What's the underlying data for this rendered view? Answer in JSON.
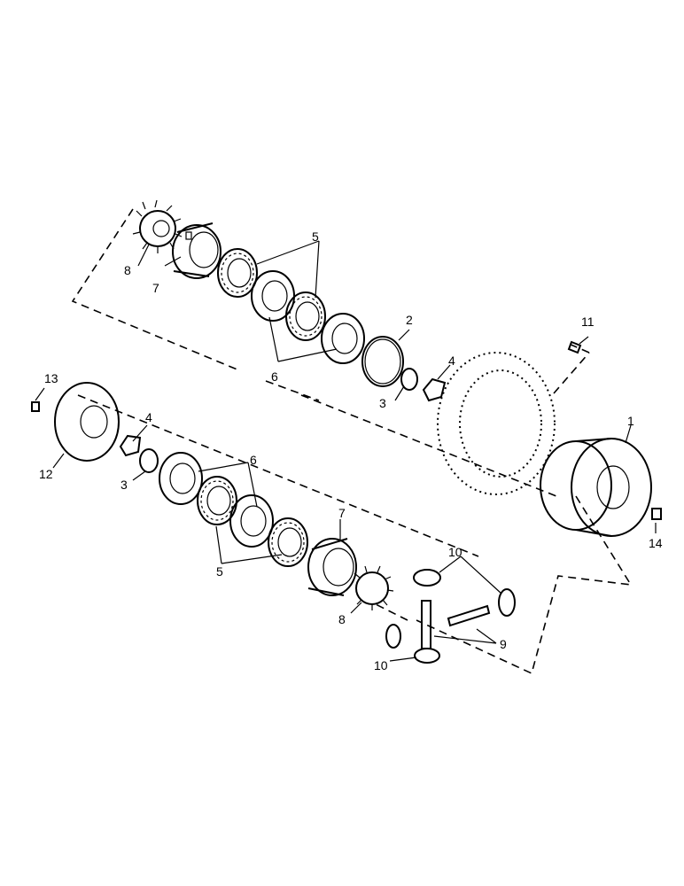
{
  "diagram": {
    "type": "exploded-parts-view",
    "callouts": [
      {
        "id": "c1",
        "text": "1"
      },
      {
        "id": "c2",
        "text": "2"
      },
      {
        "id": "c3a",
        "text": "3"
      },
      {
        "id": "c3b",
        "text": "3"
      },
      {
        "id": "c4a",
        "text": "4"
      },
      {
        "id": "c4b",
        "text": "4"
      },
      {
        "id": "c5a",
        "text": "5"
      },
      {
        "id": "c5b",
        "text": "5"
      },
      {
        "id": "c6a",
        "text": "6"
      },
      {
        "id": "c6b",
        "text": "6"
      },
      {
        "id": "c7a",
        "text": "7"
      },
      {
        "id": "c7b",
        "text": "7"
      },
      {
        "id": "c8a",
        "text": "8"
      },
      {
        "id": "c8b",
        "text": "8"
      },
      {
        "id": "c9",
        "text": "9"
      },
      {
        "id": "c10a",
        "text": "10"
      },
      {
        "id": "c10b",
        "text": "10"
      },
      {
        "id": "c11",
        "text": "11"
      },
      {
        "id": "c12",
        "text": "12"
      },
      {
        "id": "c13",
        "text": "13"
      },
      {
        "id": "c14",
        "text": "14"
      }
    ]
  }
}
